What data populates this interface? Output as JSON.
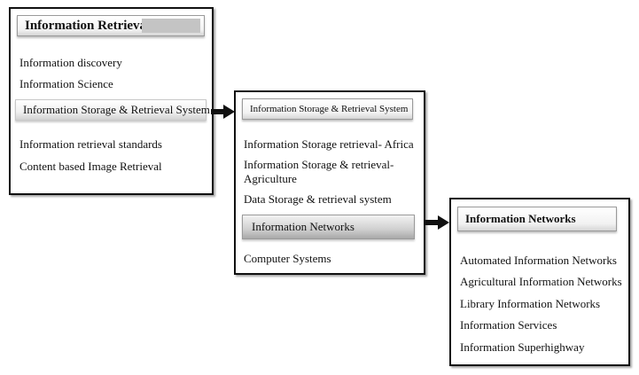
{
  "panel1": {
    "title": "Information Retrieval",
    "items": [
      "Information discovery",
      "Information Science",
      "Information Storage & Retrieval System",
      "Information retrieval standards",
      "Content based Image Retrieval"
    ]
  },
  "panel2": {
    "title": "Information Storage & Retrieval System",
    "items": [
      "Information Storage retrieval- Africa",
      "Information Storage & retrieval-",
      "Agriculture",
      "Data Storage & retrieval system",
      "Information Networks",
      "Computer Systems"
    ]
  },
  "panel3": {
    "title": "Information Networks",
    "items": [
      "Automated Information Networks",
      "Agricultural Information Networks",
      "Library Information Networks",
      "Information Services",
      "Information Superhighway"
    ]
  }
}
